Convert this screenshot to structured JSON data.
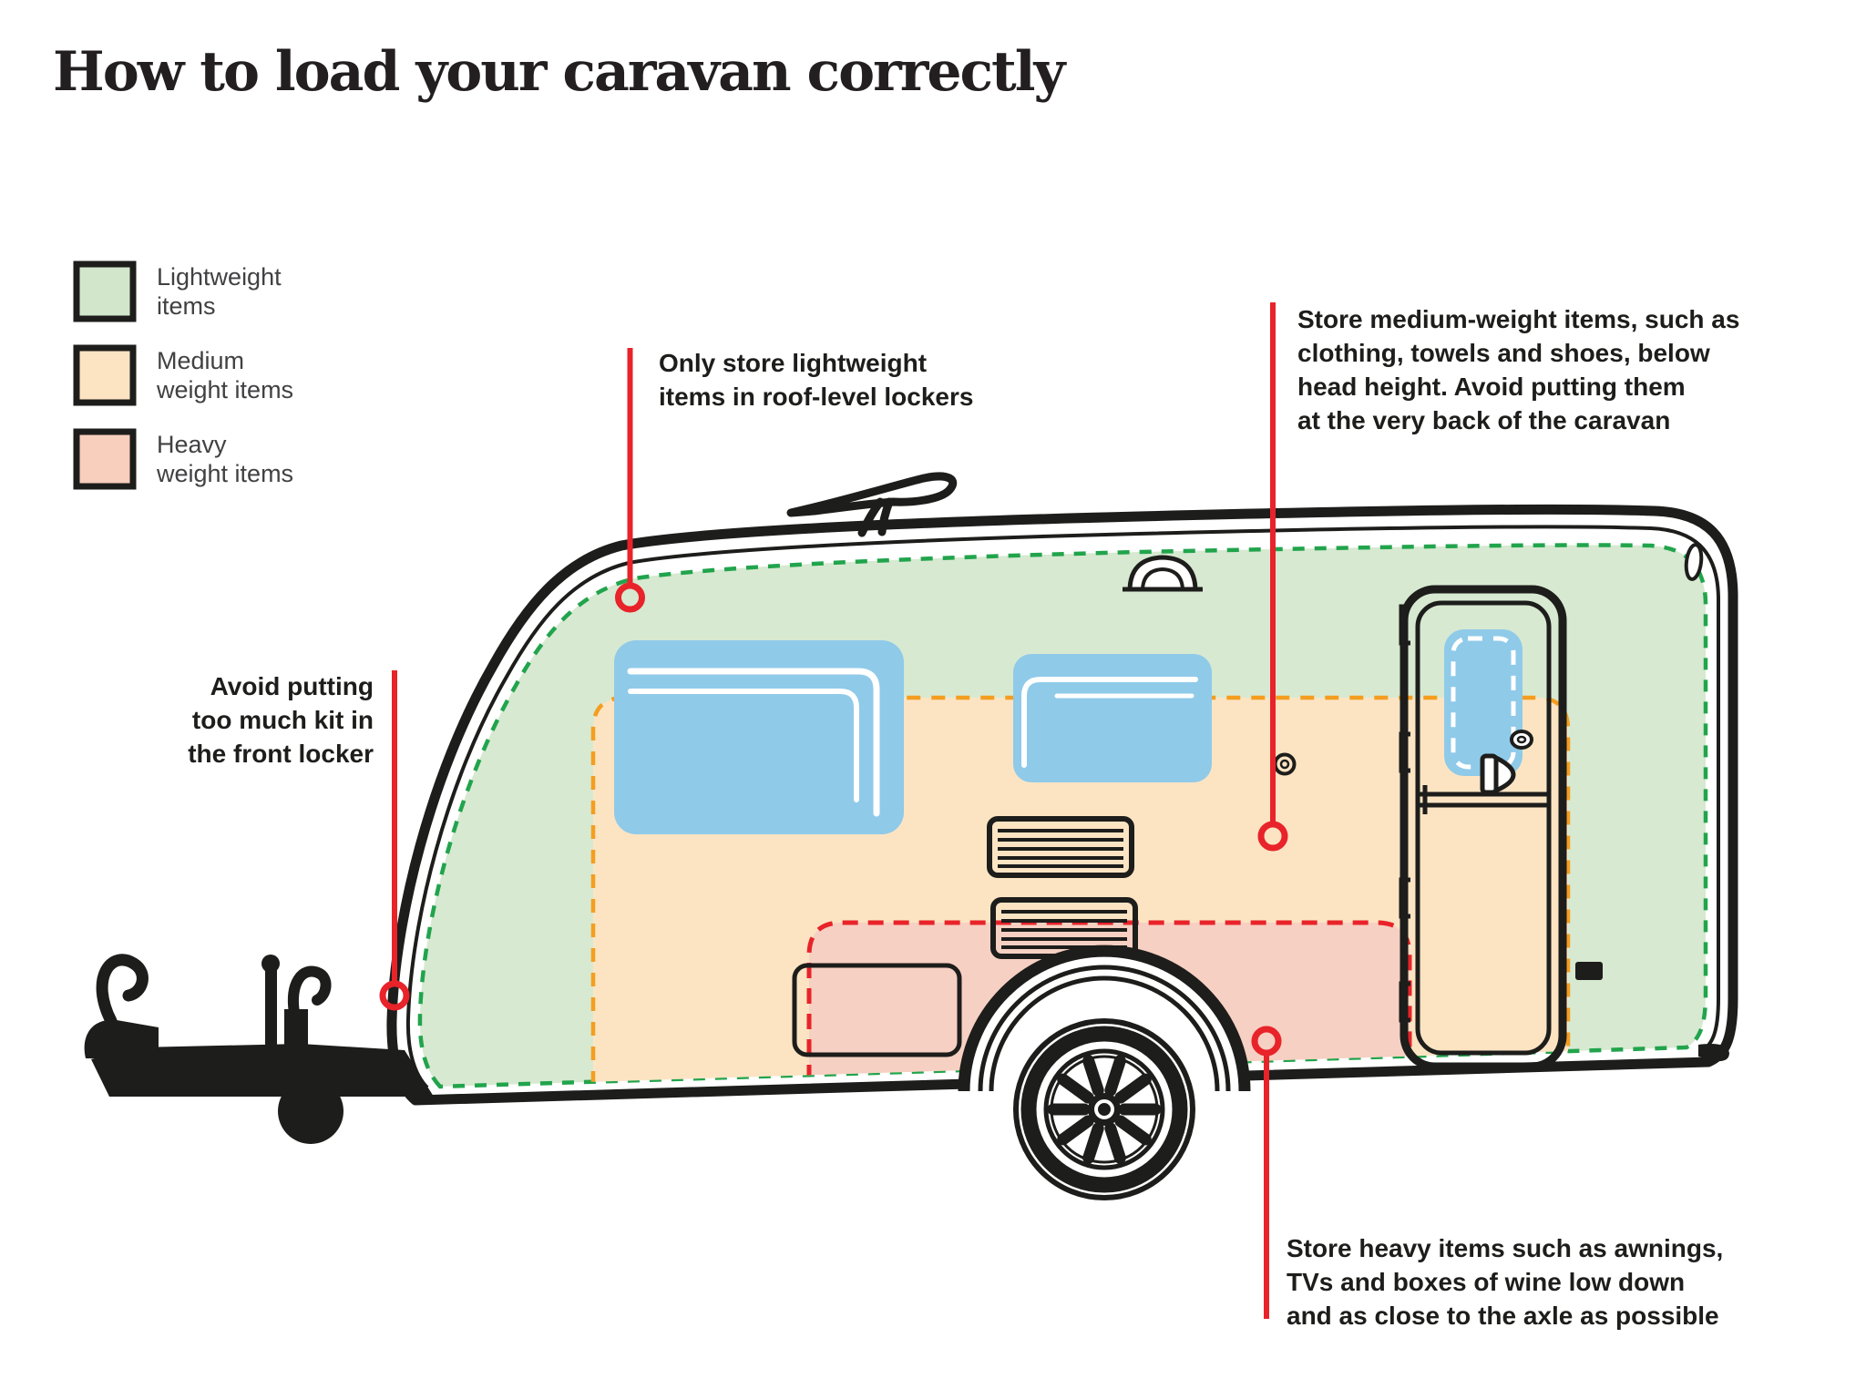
{
  "title": "How to load your caravan correctly",
  "legend": {
    "items": [
      {
        "label_lines": [
          "Lightweight",
          "items"
        ],
        "color": "#d2e6cc"
      },
      {
        "label_lines": [
          "Medium",
          "weight items"
        ],
        "color": "#fce4c3"
      },
      {
        "label_lines": [
          "Heavy",
          "weight items"
        ],
        "color": "#f8cebc"
      }
    ]
  },
  "annotations": {
    "roof": {
      "lines": [
        "Only store lightweight",
        "items in roof-level lockers"
      ]
    },
    "rear": {
      "lines": [
        "Store medium-weight items, such as",
        "clothing, towels and shoes, below",
        "head height. Avoid putting them",
        "at the very back of the caravan"
      ]
    },
    "front": {
      "lines": [
        "Avoid putting",
        "too much kit in",
        "the front locker"
      ]
    },
    "axle": {
      "lines": [
        "Store heavy items such as awnings,",
        "TVs and boxes of wine low down",
        "and as close to the axle as possible"
      ]
    }
  },
  "colors": {
    "ink": "#1d1d1b",
    "accent_red": "#e8232a",
    "zone_green": "#d7e9d1",
    "zone_medium": "#fce4c3",
    "zone_heavy": "#f6d0c2",
    "dash_green": "#21a44c",
    "dash_orange": "#f59d1f",
    "window_blue": "#8fcae9"
  }
}
